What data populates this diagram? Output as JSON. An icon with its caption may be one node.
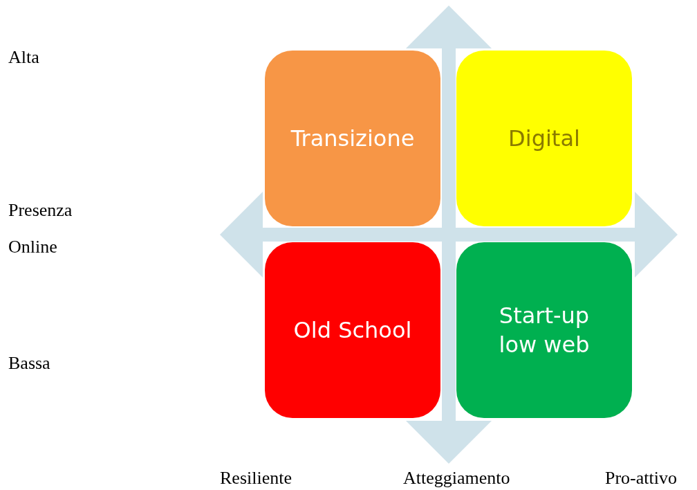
{
  "diagram": {
    "nodes": [
      {
        "text": [
          "Transizione"
        ]
      },
      {
        "text": [
          "Digital"
        ]
      },
      {
        "text": [
          "Old School"
        ]
      },
      {
        "text": [
          "Start-up low web"
        ]
      }
    ],
    "labels": [
      "Alta",
      "Presenza Online",
      "Bassa",
      "Resiliente",
      "Atteggiamento",
      "Pro-attivo"
    ]
  }
}
